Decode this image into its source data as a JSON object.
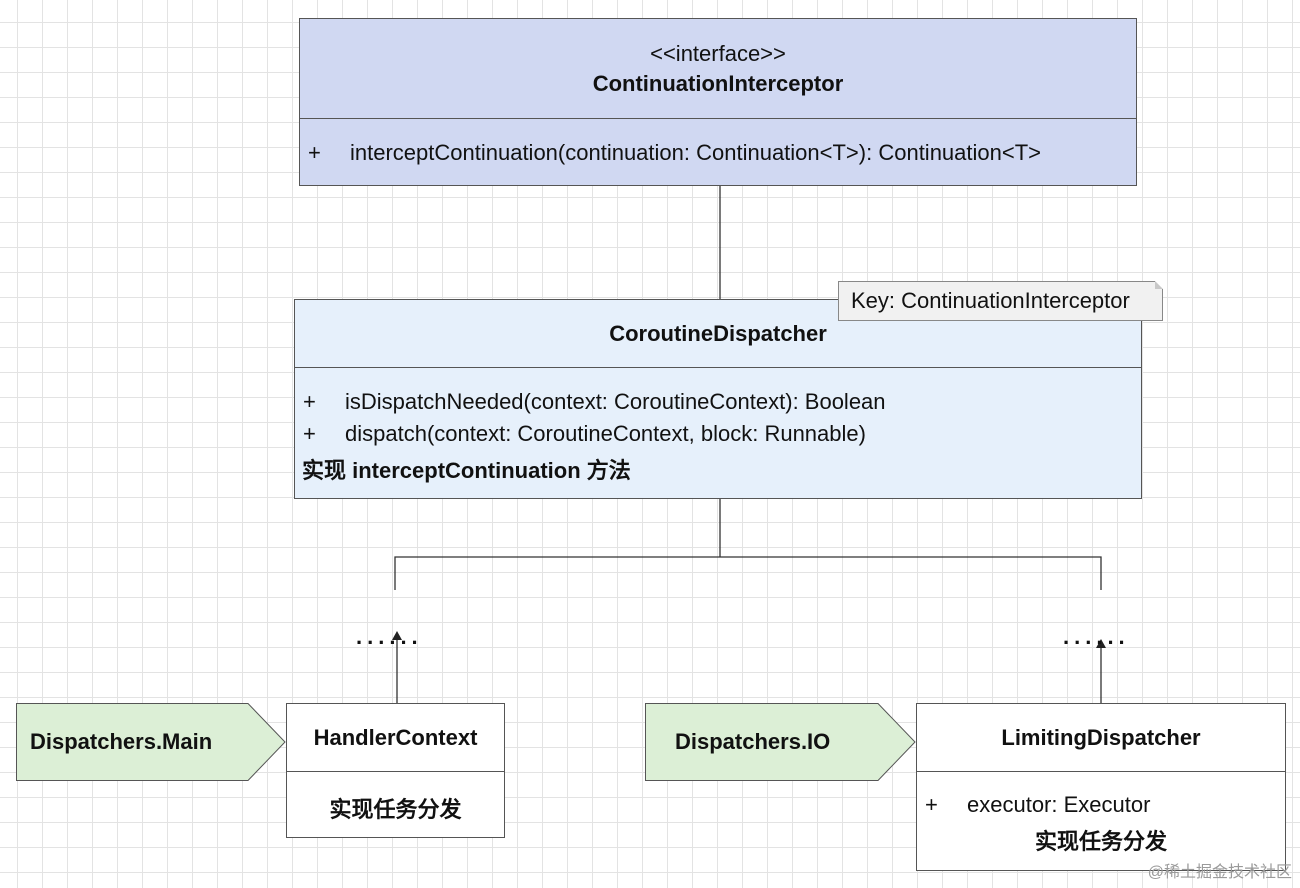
{
  "interceptor": {
    "stereotype": "<<interface>>",
    "name": "ContinuationInterceptor",
    "members": [
      {
        "visibility": "+",
        "signature": "interceptContinuation(continuation: Continuation<T>): Continuation<T>"
      }
    ]
  },
  "dispatcher": {
    "name": "CoroutineDispatcher",
    "note": "Key: ContinuationInterceptor",
    "members": [
      {
        "visibility": "+",
        "signature": "isDispatchNeeded(context: CoroutineContext): Boolean"
      },
      {
        "visibility": "+",
        "signature": "dispatch(context: CoroutineContext, block: Runnable)"
      }
    ],
    "remark": "实现 interceptContinuation 方法"
  },
  "handler_context": {
    "name": "HandlerContext",
    "remark": "实现任务分发",
    "tag": "Dispatchers.Main"
  },
  "limiting_dispatcher": {
    "name": "LimitingDispatcher",
    "members": [
      {
        "visibility": "+",
        "signature": "executor: Executor"
      }
    ],
    "remark": "实现任务分发",
    "tag": "Dispatchers.IO"
  },
  "ellipsis": "......",
  "watermark": "@稀土掘金技术社区",
  "colors": {
    "interface_fill": "#d0d8f2",
    "class_fill": "#e6f0fb",
    "tag_fill": "#dcefd6",
    "note_fill": "#f1f1f1",
    "leaf_fill": "#ffffff"
  }
}
